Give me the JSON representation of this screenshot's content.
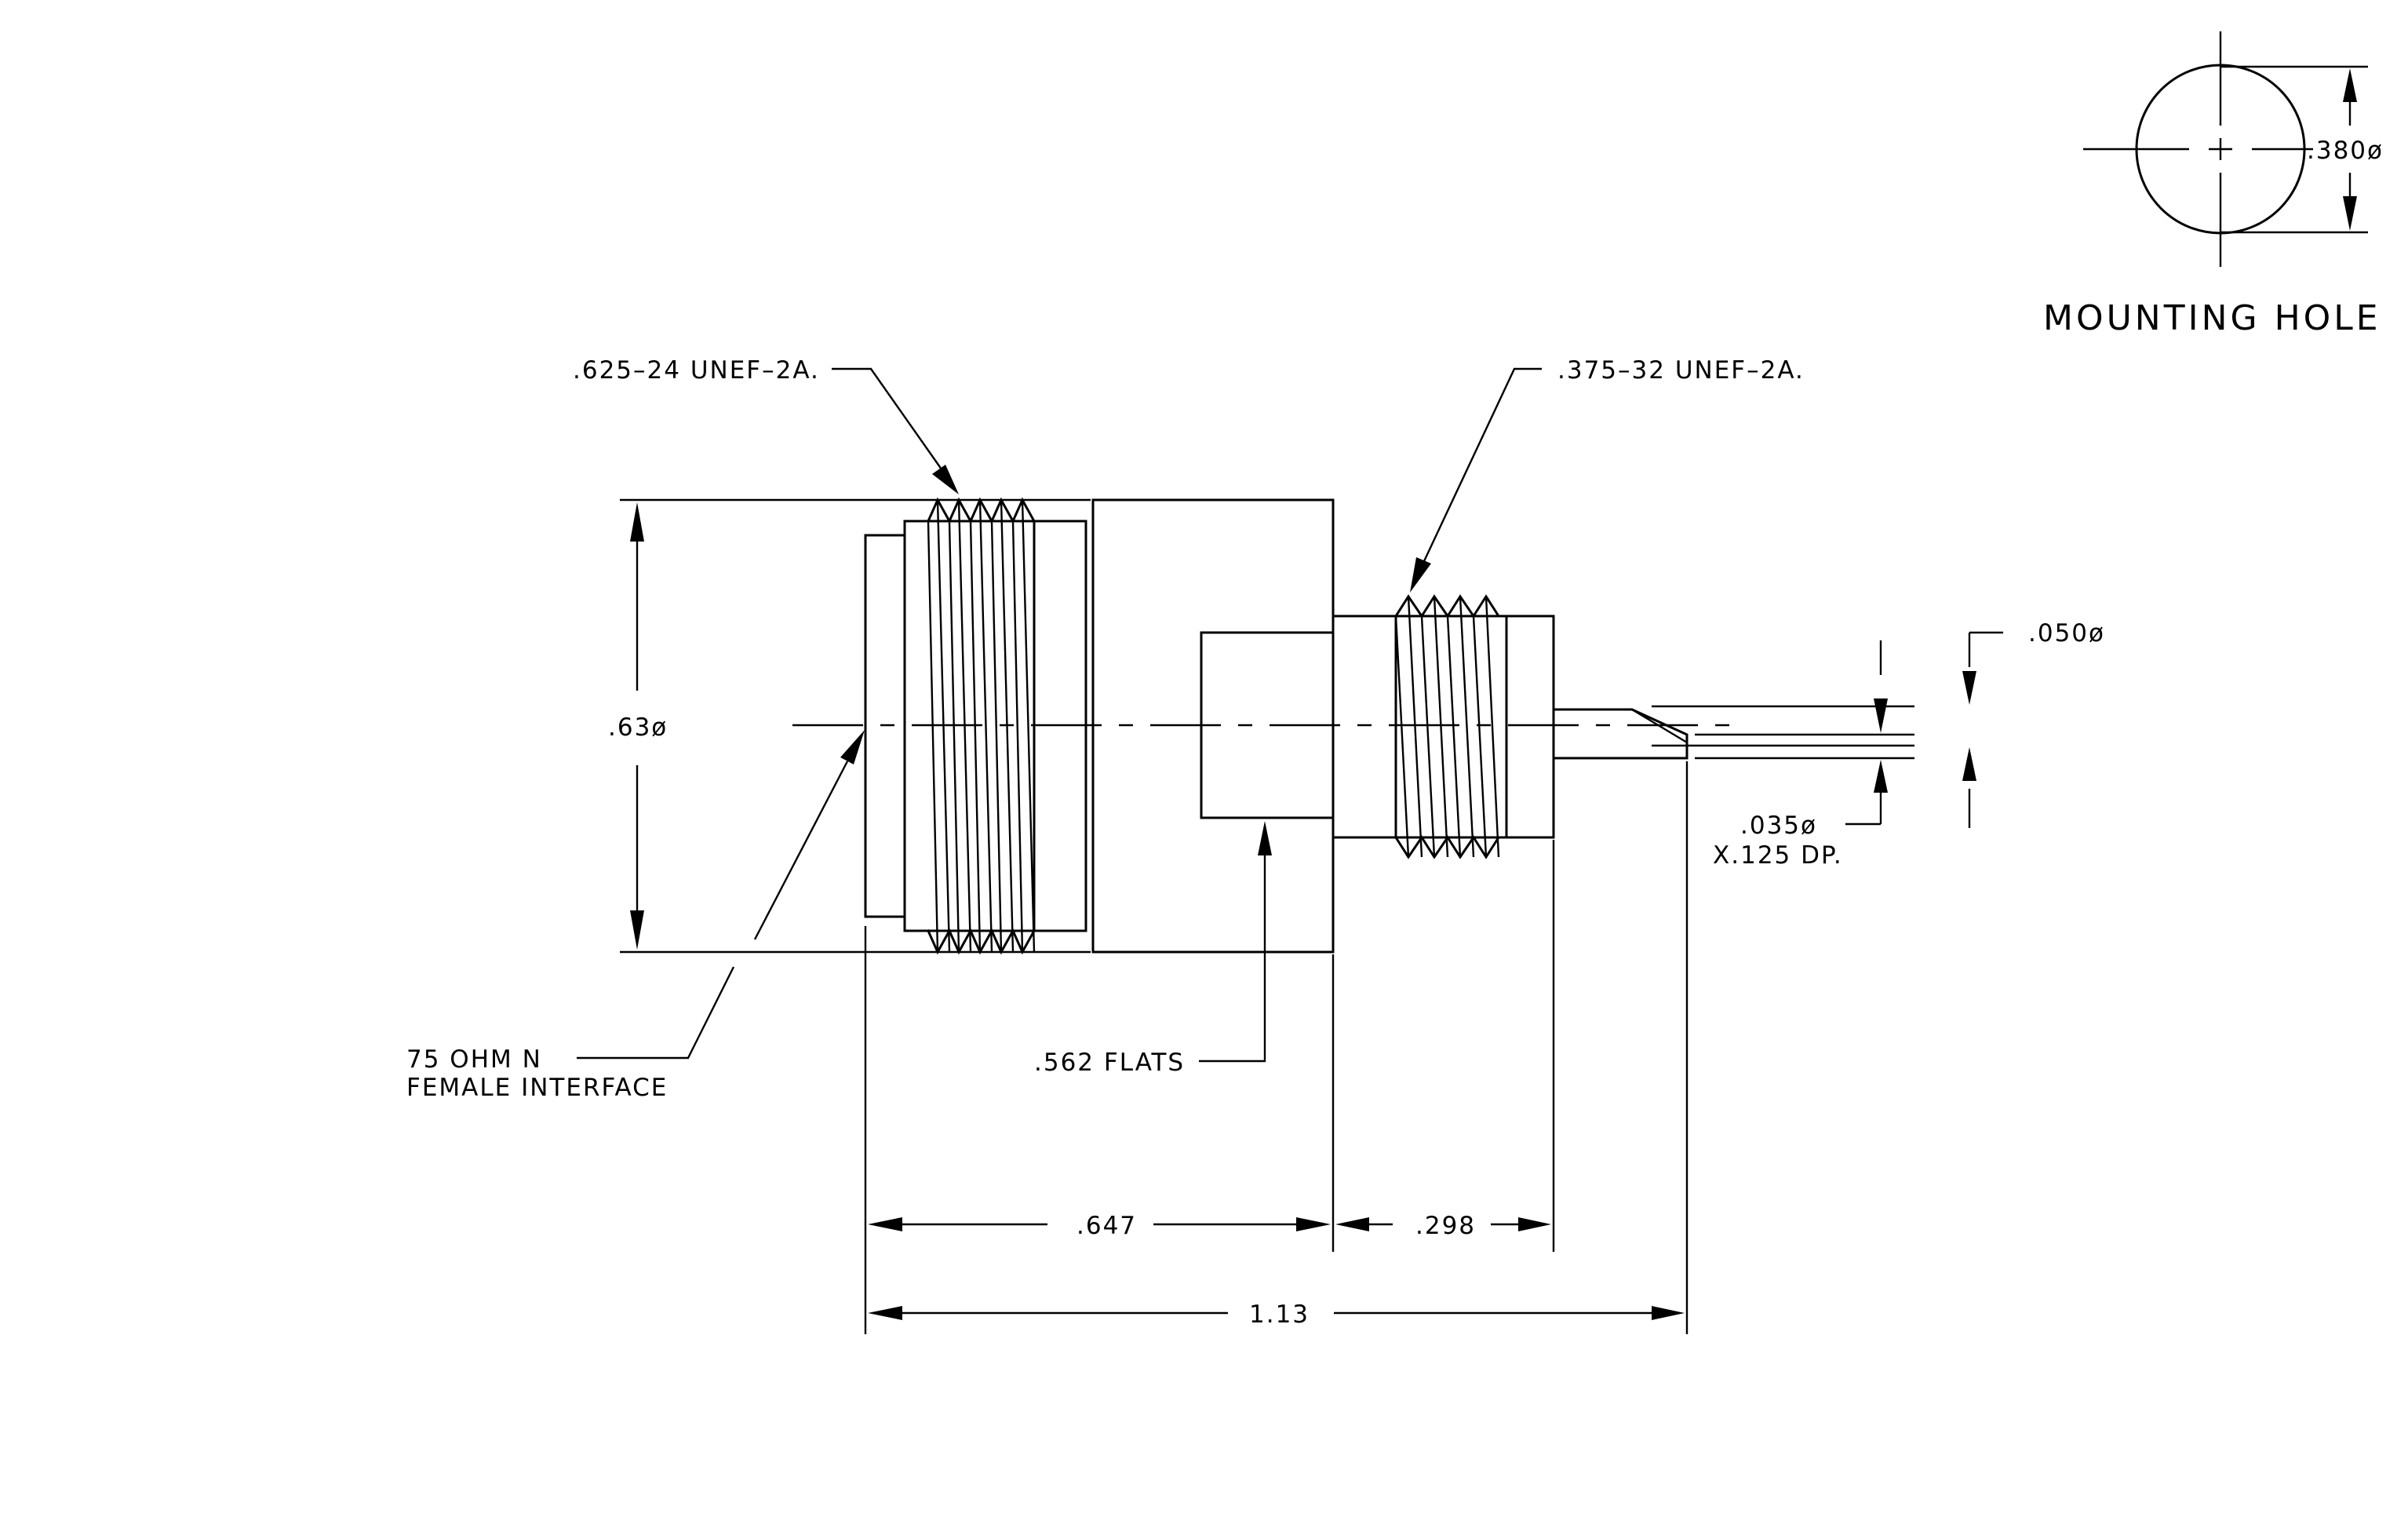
{
  "mounting_hole": {
    "title": "MOUNTING HOLE",
    "diameter": ".380ø"
  },
  "callouts": {
    "left_thread": ".625–24 UNEF–2A.",
    "right_thread": ".375–32 UNEF–2A.",
    "interface_line1": "75 OHM N",
    "interface_line2": "FEMALE INTERFACE",
    "flats": ".562 FLATS",
    "pin_diameter": ".050ø",
    "hole_diameter": ".035ø",
    "hole_depth": "X.125 DP."
  },
  "dimensions": {
    "body_diameter": ".63ø",
    "length_front": ".647",
    "length_rear": ".298",
    "length_overall": "1.13"
  }
}
